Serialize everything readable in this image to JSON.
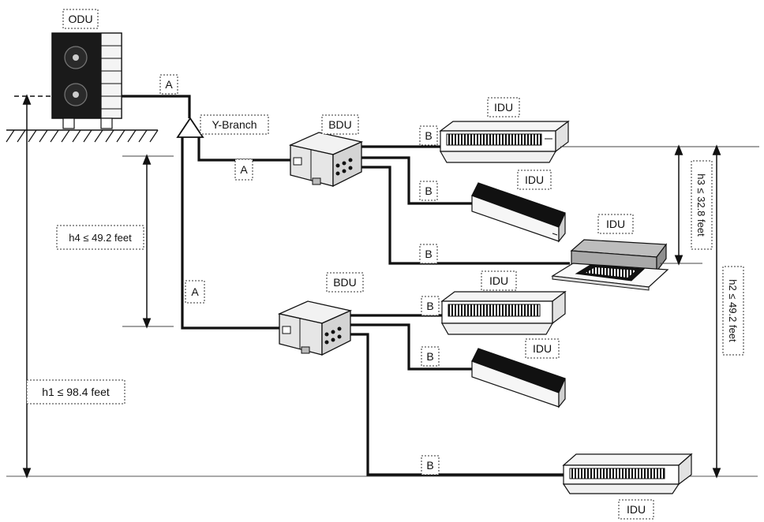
{
  "labels": {
    "odu": "ODU",
    "ybranch": "Y-Branch",
    "bdu": "BDU",
    "idu": "IDU",
    "pipe_a": "A",
    "pipe_b": "B",
    "h1": "h1 ≤ 98.4 feet",
    "h2": "h2 ≤ 49.2 feet",
    "h3": "h3 ≤ 32.8 feet",
    "h4": "h4 ≤ 49.2 feet"
  },
  "icons": {
    "outdoor_unit": "outdoor-unit-icon",
    "branch_unit": "branch-distribution-unit-icon",
    "ducted_unit": "ducted-indoor-unit-icon",
    "wall_unit": "wall-mounted-indoor-unit-icon",
    "cassette_unit": "cassette-indoor-unit-icon",
    "y_branch": "y-branch-triangle-icon"
  }
}
